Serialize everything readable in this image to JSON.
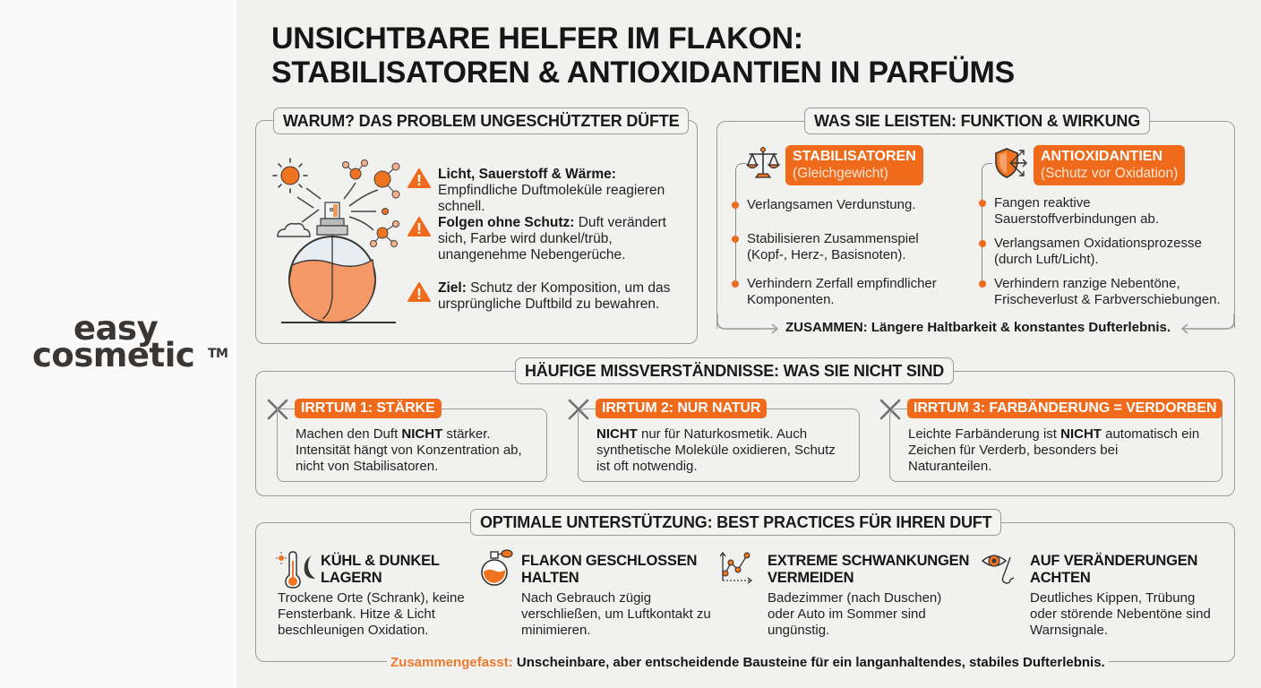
{
  "brand": {
    "line1": "easy",
    "line2": "cosmetic",
    "trademark": "TM"
  },
  "title": {
    "line1": "UNSICHTBARE HELFER IM FLAKON:",
    "line2": "STABILISATOREN & ANTIOXIDANTIEN IN PARFÜMS"
  },
  "colors": {
    "accent": "#f06a1c",
    "text": "#1d1d1d",
    "border": "#9a9a9a",
    "background": "#f1f1f0",
    "left_panel": "#fafafa"
  },
  "problem": {
    "heading": "WARUM? DAS PROBLEM UNGESCHÜTZTER DÜFTE",
    "illustration": "perfume-bottle-with-sun-molecules-icon",
    "items": [
      {
        "icon": "warning-icon",
        "bold": "Licht, Sauerstoff & Wärme:",
        "text": " Empfindliche Duftmoleküle reagieren schnell."
      },
      {
        "icon": "warning-icon",
        "bold": "Folgen ohne Schutz:",
        "text": " Duft verändert sich, Farbe wird dunkel/trüb, unangenehme Nebengerüche."
      },
      {
        "icon": "warning-icon",
        "bold": "Ziel:",
        "text": " Schutz der Komposition, um das ursprüngliche Duftbild zu bewahren."
      }
    ]
  },
  "function": {
    "heading": "WAS SIE LEISTEN: FUNKTION & WIRKUNG",
    "columns": [
      {
        "icon": "balance-scale-icon",
        "title": "STABILISATOREN",
        "subtitle": "(Gleichgewicht)",
        "bullets": [
          "Verlangsamen Verdunstung.",
          "Stabilisieren Zusammenspiel (Kopf-, Herz-, Basisnoten).",
          "Verhindern Zerfall empfindlicher Komponenten."
        ]
      },
      {
        "icon": "shield-deflect-icon",
        "title": "ANTIOXIDANTIEN",
        "subtitle": "(Schutz vor Oxidation)",
        "bullets": [
          "Fangen reaktive Sauerstoffverbindungen ab.",
          "Verlangsamen Oxidationsprozesse (durch Luft/Licht).",
          "Verhindern ranzige Nebentöne, Frischeverlust & Farbverschiebungen."
        ]
      }
    ],
    "together": "ZUSAMMEN: Längere Haltbarkeit & konstantes Dufterlebnis."
  },
  "myths": {
    "heading": "HÄUFIGE MISSVERSTÄNDNISSE: WAS SIE NICHT SIND",
    "items": [
      {
        "icon": "x-icon",
        "label": "IRRTUM 1: STÄRKE",
        "pre": "Machen den Duft ",
        "bold": "NICHT",
        "post": " stärker. Intensität hängt von Konzentration ab, nicht von Stabilisatoren."
      },
      {
        "icon": "x-icon",
        "label": "IRRTUM 2: NUR NATUR",
        "pre": "",
        "bold": "NICHT",
        "post": " nur für Naturkosmetik. Auch synthetische Moleküle oxidieren, Schutz ist oft notwendig."
      },
      {
        "icon": "x-icon",
        "label": "IRRTUM 3: FARBÄNDERUNG = VERDORBEN",
        "pre": "Leichte Farbänderung ist ",
        "bold": "NICHT",
        "post": " automatisch ein Zeichen für Verderb, besonders bei Naturanteilen."
      }
    ]
  },
  "practices": {
    "heading": "OPTIMALE UNTERSTÜTZUNG: BEST PRACTICES FÜR IHREN DUFT",
    "items": [
      {
        "icon": "thermometer-moon-icon",
        "title1": "KÜHL & DUNKEL",
        "title2": "LAGERN",
        "text": "Trockene Orte (Schrank), keine Fensterbank. Hitze & Licht beschleunigen Oxidation."
      },
      {
        "icon": "perfume-bottle-icon",
        "title1": "FLAKON GESCHLOSSEN",
        "title2": "HALTEN",
        "text": "Nach Gebrauch zügig verschließen, um Luftkontakt zu minimieren."
      },
      {
        "icon": "fluctuation-chart-icon",
        "title1": "EXTREME SCHWANKUNGEN",
        "title2": "VERMEIDEN",
        "text": "Badezimmer (nach Duschen) oder Auto im Sommer sind ungünstig."
      },
      {
        "icon": "eye-nose-icon",
        "title1": "AUF VERÄNDERUNGEN",
        "title2": "ACHTEN",
        "text": "Deutliches Kippen, Trübung oder störende Nebentöne sind Warnsignale."
      }
    ],
    "summary_label": "Zusammengefasst:",
    "summary_text": " Unscheinbare, aber entscheidende Bausteine für ein langanhaltendes, stabiles Dufterlebnis."
  }
}
